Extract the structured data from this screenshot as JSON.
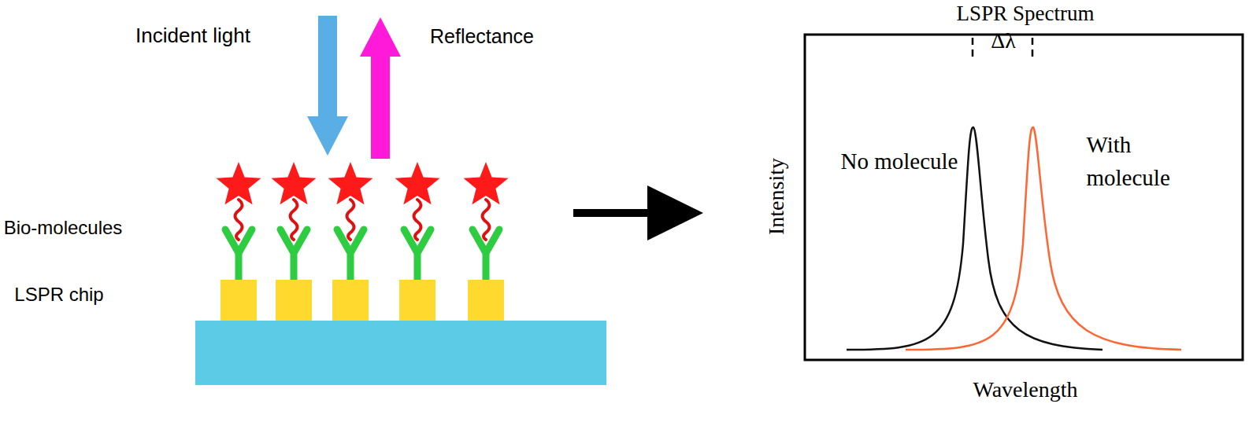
{
  "diagram": {
    "labels": [
      "Incident light",
      "Reflectance",
      "Bio-molecules",
      "LSPR chip",
      "LSPR Spectrum",
      "Δλ",
      "No molecule",
      "With molecule",
      "Intensity",
      "Wavelength"
    ]
  }
}
